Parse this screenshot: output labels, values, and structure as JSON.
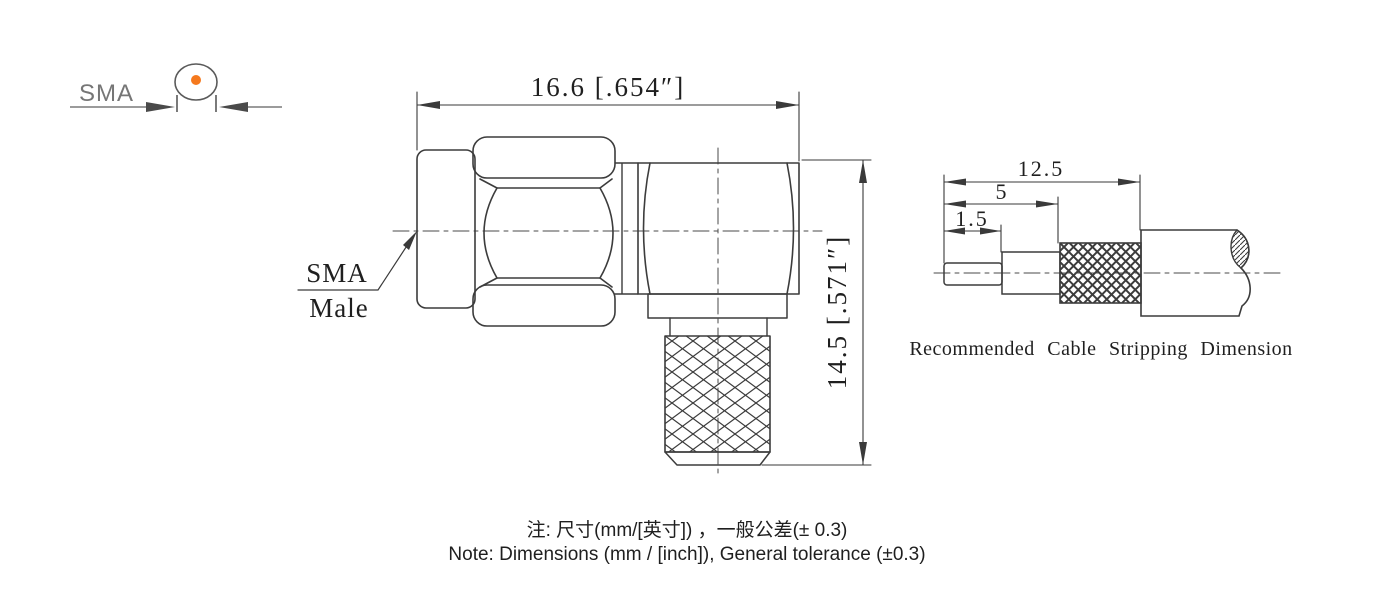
{
  "colors": {
    "line": "#3c3c3c",
    "dim_line": "#3a3a3a",
    "gray_symbol": "#7a7a7a",
    "orange_dot": "#f5791e",
    "text": "#1f1f1f",
    "background": "#ffffff"
  },
  "front_view": {
    "label": "SMA"
  },
  "main_view": {
    "width_dim": "16.6 [.654″]",
    "height_dim": "14.5 [.571″]",
    "part_label_line1": "SMA",
    "part_label_line2": "Male"
  },
  "stripping_view": {
    "dim_overall": "12.5",
    "dim_braid": "5",
    "dim_conductor": "1.5",
    "caption": "Recommended  Cable  Stripping  Dimension"
  },
  "notes": {
    "line1_zh": "注: 尺寸(mm/[英寸]) ，一般公差(± 0.3)",
    "line2_en": "Note: Dimensions (mm / [inch]), General tolerance (±0.3)"
  }
}
